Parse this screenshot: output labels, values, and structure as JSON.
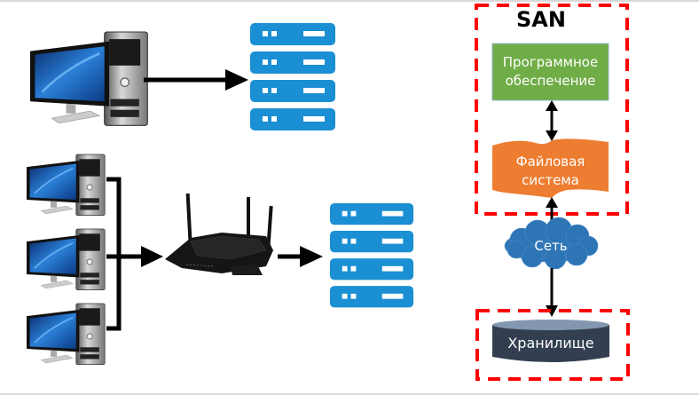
{
  "diagram": {
    "san_box": {
      "title": "SAN"
    },
    "software_box": {
      "line1": "Программное",
      "line2": "обеспечение"
    },
    "filesystem_box": {
      "line1": "Файловая",
      "line2": "система"
    },
    "network_cloud": {
      "label": "Сеть"
    },
    "storage": {
      "label": "Хранилище"
    },
    "icons": {
      "single_pc": "desktop-computer-icon",
      "server": "server-rack-icon",
      "router": "wifi-router-icon",
      "pc_group": "desktop-computer-icon"
    }
  },
  "colors": {
    "server_blue": "#1b8fd3",
    "san_border_red": "#ff0000",
    "software_green": "#70ad47",
    "filesystem_orange": "#ed7d31",
    "cloud_blue": "#2e75b6",
    "storage_dark": "#333f50",
    "storage_top": "#8497b0"
  }
}
